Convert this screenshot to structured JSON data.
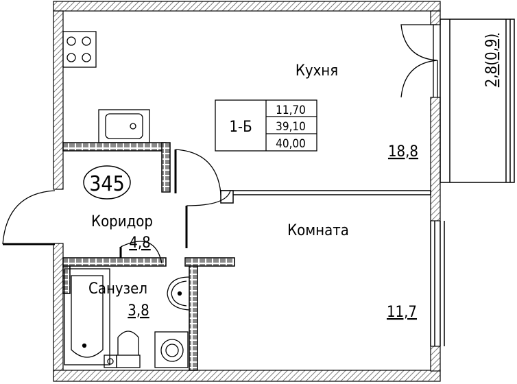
{
  "apartment": {
    "number": "345",
    "type": "1-Б",
    "areas": [
      "11,70",
      "39,10",
      "40,00"
    ]
  },
  "rooms": {
    "kitchen": {
      "name": "Кухня",
      "area": "18,8"
    },
    "corridor": {
      "name": "Коридор",
      "area": "4,8"
    },
    "bathroom": {
      "name": "Санузел",
      "area": "3,8"
    },
    "room": {
      "name": "Комната",
      "area": "11,7"
    }
  },
  "balcony": {
    "area": "2,8(0,9)"
  },
  "colors": {
    "line": "#000000",
    "wall_hatch": "#7a7a7a",
    "background": "#ffffff"
  }
}
